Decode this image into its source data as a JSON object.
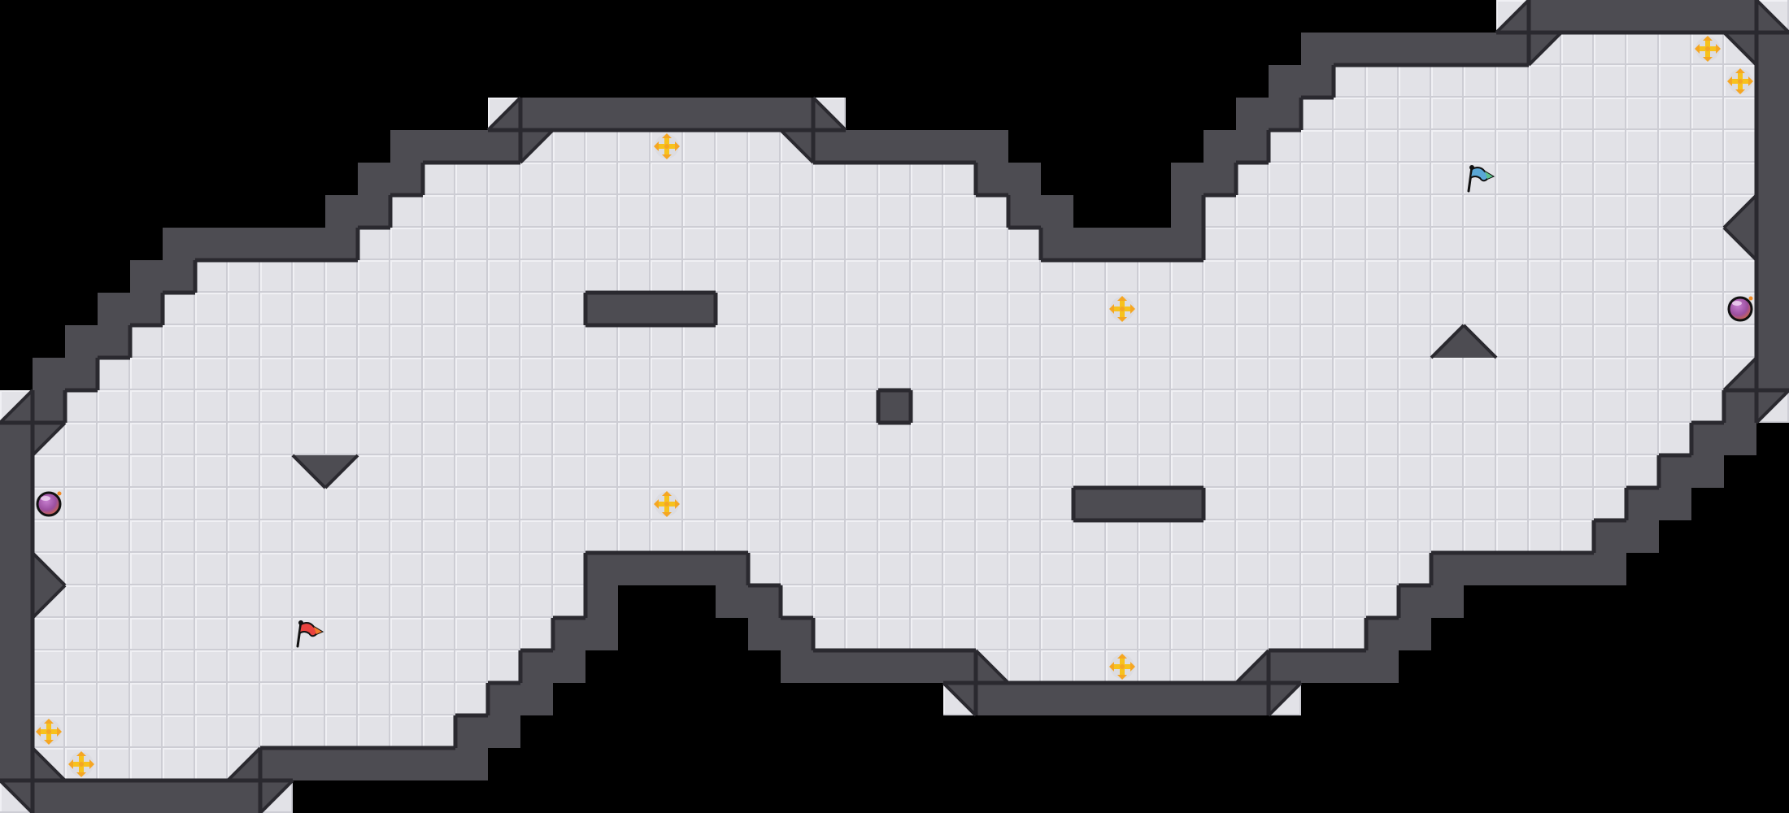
{
  "map": {
    "colors": {
      "background": "#000000",
      "floor": "#e2e2e7",
      "floor_light": "#f0f0f4",
      "floor_dark": "#cdcdd4",
      "wall": "#4d4c52",
      "wall_edge": "#2a292f",
      "red_team": "#e8433f",
      "blue_team": "#5aa7d6",
      "boost": "#f7c21c",
      "bomb": "#a15aa6"
    },
    "items": [
      {
        "type": "flag",
        "team": "red"
      },
      {
        "type": "flag",
        "team": "blue"
      },
      {
        "type": "bomb"
      },
      {
        "type": "bomb"
      },
      {
        "type": "boost"
      },
      {
        "type": "boost"
      },
      {
        "type": "boost"
      },
      {
        "type": "boost"
      },
      {
        "type": "boost"
      },
      {
        "type": "boost"
      },
      {
        "type": "boost"
      },
      {
        "type": "boost"
      }
    ]
  }
}
